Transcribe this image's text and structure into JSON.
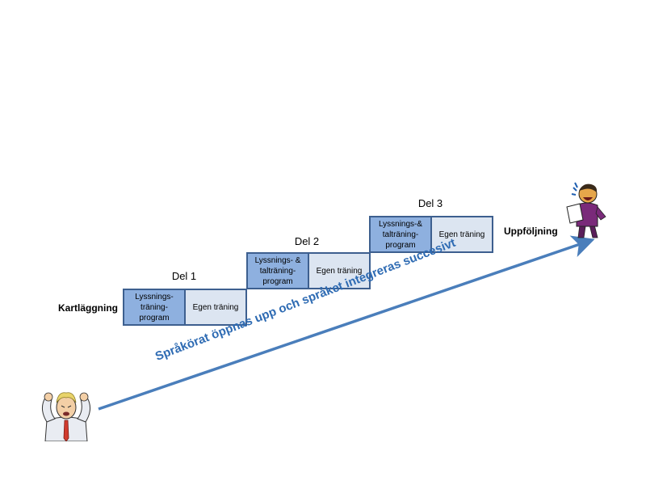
{
  "colors": {
    "program_fill": "#8eb0df",
    "self_fill": "#dce5f1",
    "box_border": "#3d5f8f",
    "arrow": "#4a7ebb",
    "caption": "#2e6bb3"
  },
  "stages": {
    "start_label": "Kartläggning",
    "end_label": "Uppföljning"
  },
  "parts": [
    {
      "label": "Del 1",
      "program": "Lyssnings-\nträning-\nprogram",
      "self": "Egen träning"
    },
    {
      "label": "Del 2",
      "program": "Lyssnings- &\ntalträning-\nprogram",
      "self": "Egen träning"
    },
    {
      "label": "Del 3",
      "program": "Lyssnings-&\ntalträning-\nprogram",
      "self": "Egen träning"
    }
  ],
  "arrow_caption": "Språkörat öppnas upp och språket integreras succesivt",
  "figures": {
    "start": "stressed-person-icon",
    "end": "happy-reading-person-icon"
  }
}
